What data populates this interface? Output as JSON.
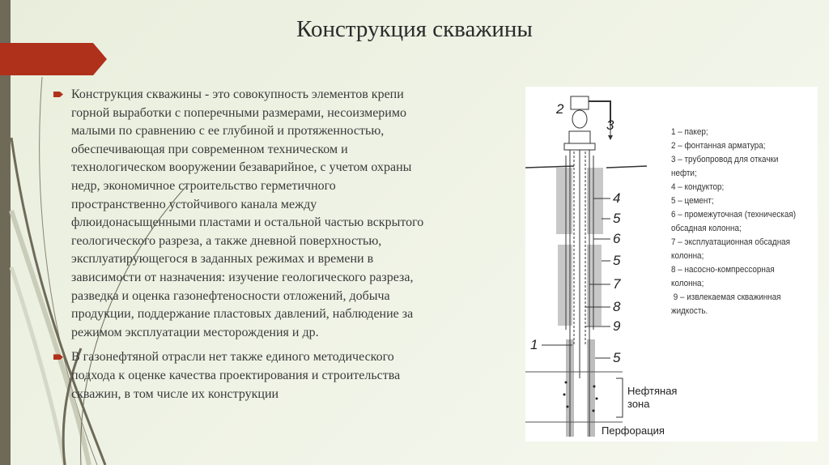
{
  "slide": {
    "title": "Конструкция скважины",
    "paragraphs": [
      {
        "lines": [
          "Конструкция скважины - это совокупность элементов крепи",
          "горной выработки с поперечными размерами, несоизмеримо",
          "малыми по сравнению с ее глубиной и протяженностью,",
          "обеспечивающая при современном техническом и",
          "технологическом вооружении безаварийное, с учетом охраны",
          "недр, экономичное строительство герметичного",
          "пространственно устойчивого канала между",
          "флюидонасыщенными пластами и остальной частью вскрытого",
          "геологического разреза, а также дневной поверхностью,",
          "эксплуатирующегося в заданных режимах и времени в",
          "зависимости от назначения: изучение геологического разреза,",
          "разведка и оценка газонефтеносности отложений, добыча",
          "продукции, поддержание пластовых давлений, наблюдение за",
          "режимом эксплуатации месторождения и др."
        ]
      },
      {
        "lines": [
          "В газонефтяной отрасли нет также единого методического",
          "подхода к оценке качества проектирования и строительства",
          "скважин, в том числе их конструкции"
        ]
      }
    ]
  },
  "figure": {
    "labels": {
      "l1": "1",
      "l2": "2",
      "l3": "3",
      "l4": "4",
      "l5a": "5",
      "l6": "6",
      "l5b": "5",
      "l7": "7",
      "l8": "8",
      "l9": "9",
      "l5c": "5"
    },
    "zone": "Нефтяная зона",
    "zone_line1": "Нефтяная",
    "zone_line2": "зона",
    "perforation": "Перфорация",
    "legend": [
      "1 – пакер;",
      "2 – фонтанная арматура;",
      "3 – трубопровод для откачки нефти;",
      "4 – кондуктор;",
      "5 – цемент;",
      "6 – промежуточная (техническая)",
      "обсадная колонна;",
      "7 – эксплуатационная обсадная",
      "колонна;",
      "8 – насосно-компрессорная",
      "колонна;",
      " 9 – извлекаемая скважинная",
      "жидкость."
    ]
  },
  "colors": {
    "accent": "#b0311b",
    "sidebar": "#6f6a58"
  }
}
